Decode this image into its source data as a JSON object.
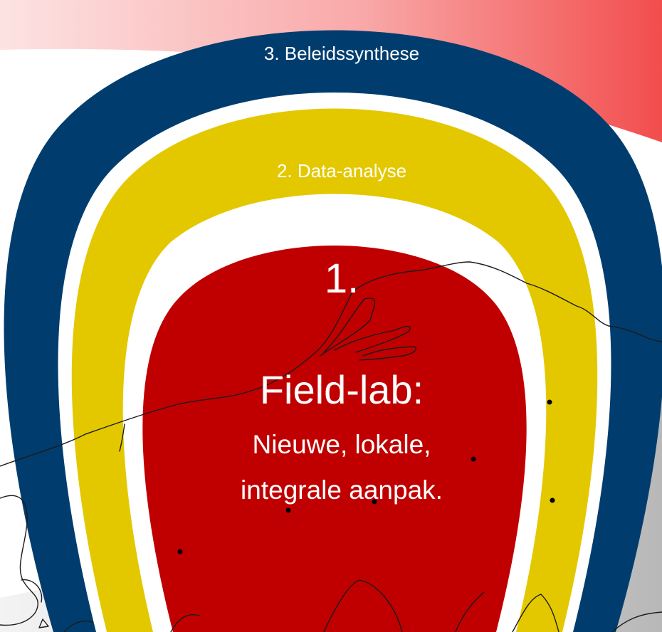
{
  "diagram": {
    "outer_ring": {
      "label": "3. Beleidssynthese",
      "color": "#003d6e"
    },
    "middle_ring": {
      "label": "2. Data-analyse",
      "color": "#e3c800"
    },
    "inner_circle": {
      "number": "1.",
      "title": "Field-lab:",
      "description_line1": "Nieuwe, lokale,",
      "description_line2": "integrale aanpak.",
      "color": "#c00000"
    }
  },
  "background": {
    "accent_top": "#f24d4d",
    "accent_bottom": "#bdbdbd"
  },
  "icons": [
    "coastline-map"
  ]
}
